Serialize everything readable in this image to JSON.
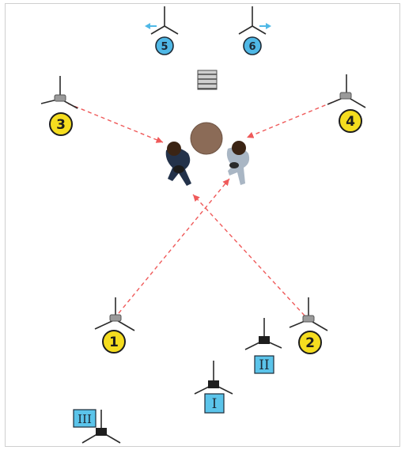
{
  "colors": {
    "yellow_badge": "#f5dd1f",
    "blue_badge": "#4fb8e6",
    "roman_box": "#5bc4ea",
    "sightline": "#ef5a5a",
    "tripod": "#2b2b2b",
    "table": "#8b6b57"
  },
  "key_lights": [
    {
      "label": "1"
    },
    {
      "label": "2"
    },
    {
      "label": "3"
    },
    {
      "label": "4"
    }
  ],
  "overhead_lights": [
    {
      "label": "5",
      "arrow": "left"
    },
    {
      "label": "6",
      "arrow": "right"
    }
  ],
  "cameras": [
    {
      "label": "I"
    },
    {
      "label": "II"
    },
    {
      "label": "III"
    }
  ],
  "props": {
    "table": "round-table",
    "bench": "bench",
    "people": [
      "person-left",
      "person-right"
    ]
  }
}
